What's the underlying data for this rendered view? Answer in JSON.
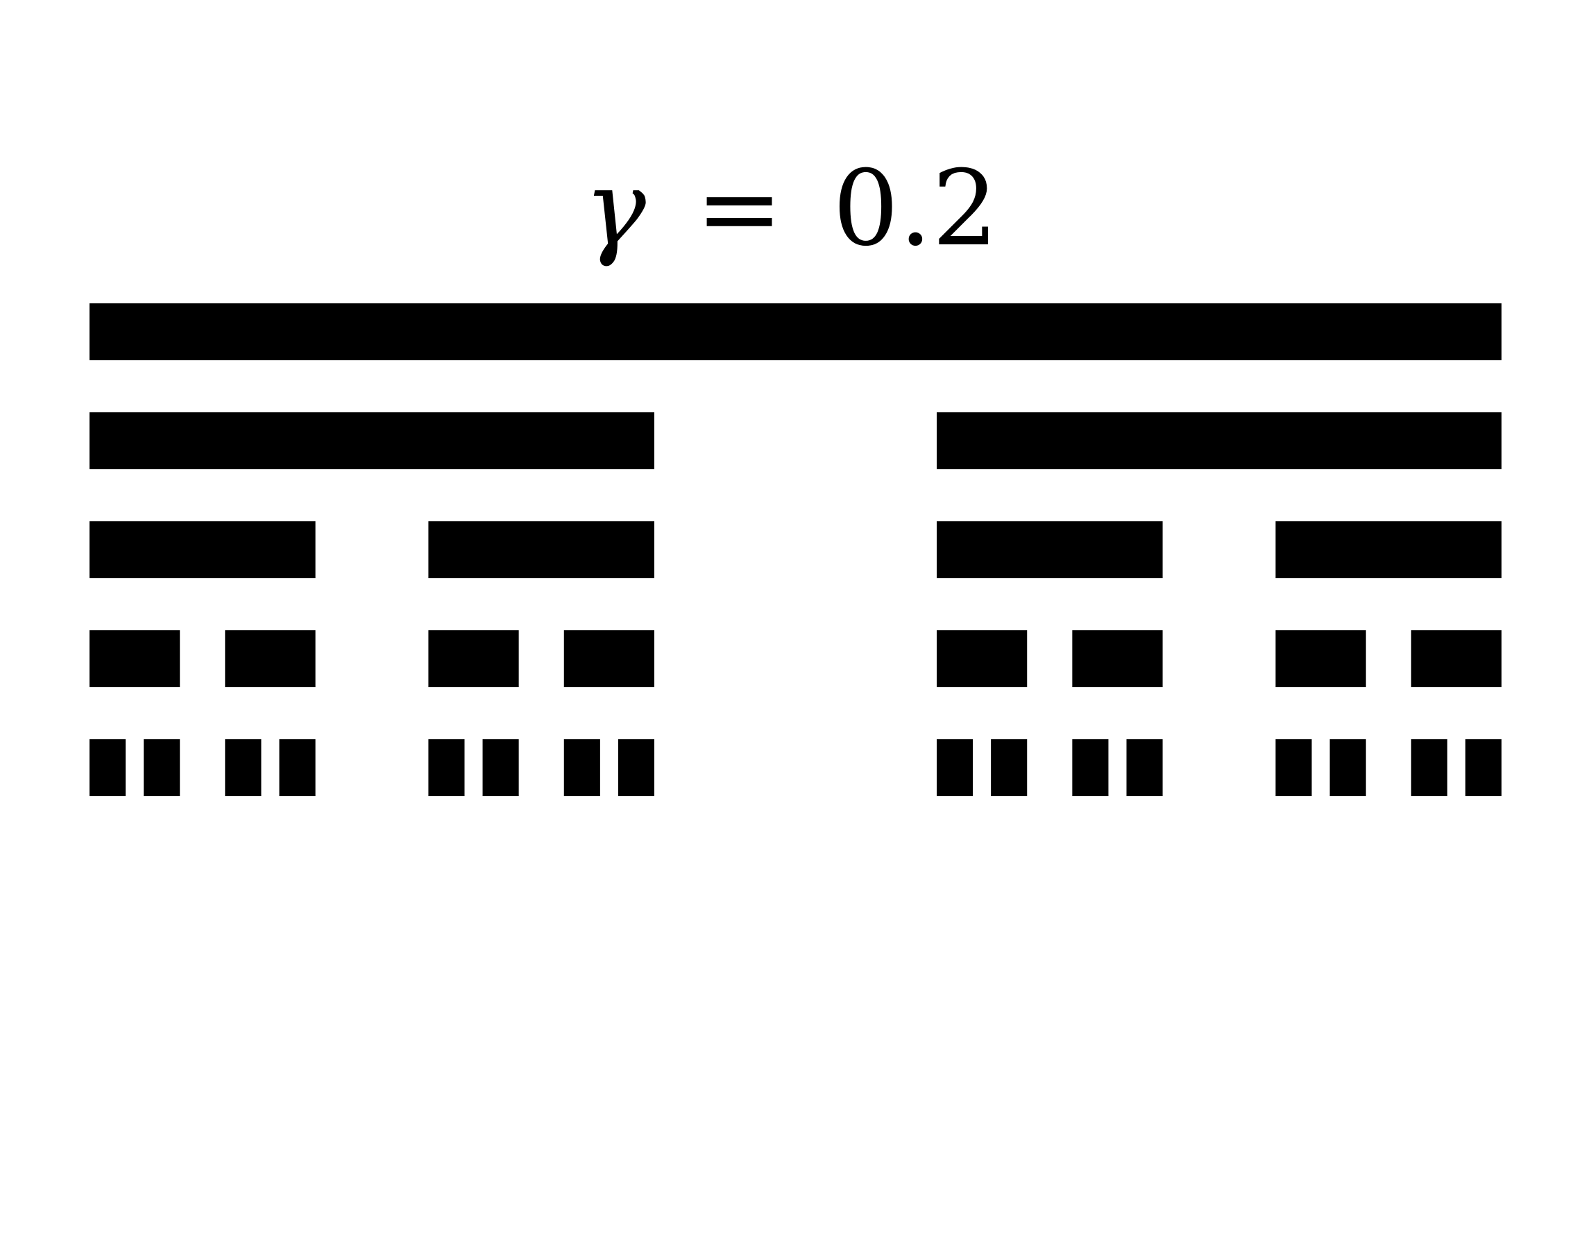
{
  "title": {
    "symbol": "γ",
    "equals": "=",
    "value": "0.2"
  },
  "diagram": {
    "type": "cantor-set",
    "gamma": 0.2,
    "levels": 5,
    "fill": "#000000",
    "background": "#ffffff"
  }
}
